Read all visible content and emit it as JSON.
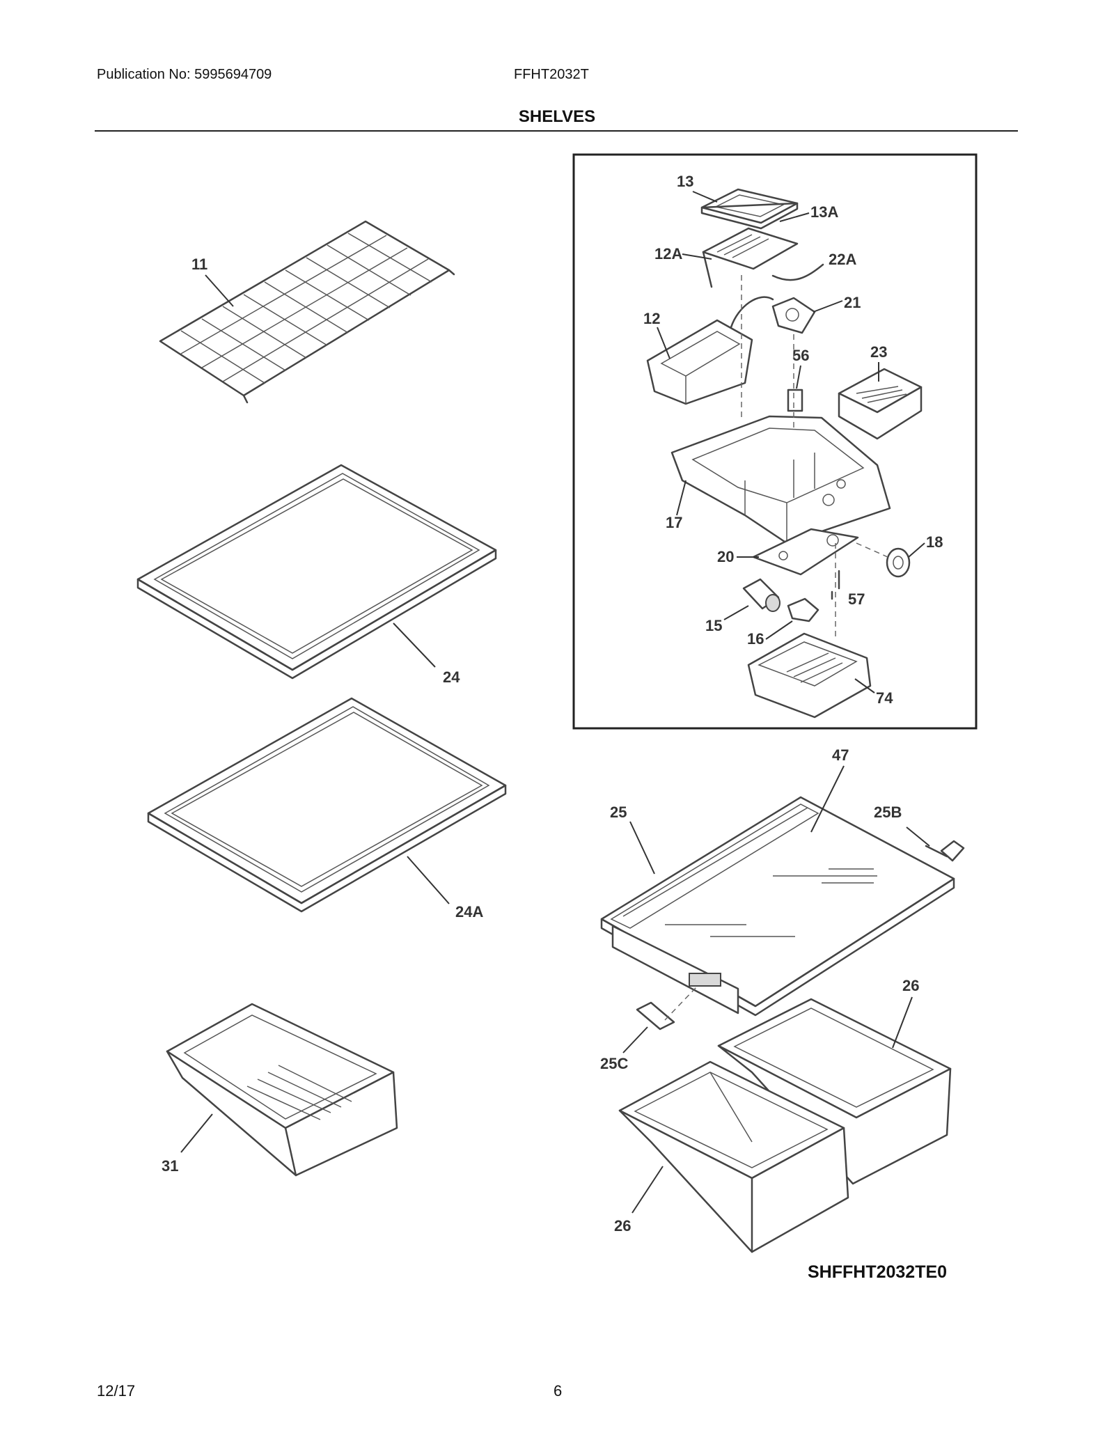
{
  "header": {
    "publication": "Publication No: 5995694709",
    "model": "FFHT2032T",
    "title": "SHELVES"
  },
  "callouts": {
    "c11": "11",
    "c24": "24",
    "c24a": "24A",
    "c31": "31",
    "c13": "13",
    "c13a": "13A",
    "c12a": "12A",
    "c22a": "22A",
    "c21": "21",
    "c12": "12",
    "c56": "56",
    "c23": "23",
    "c17": "17",
    "c18": "18",
    "c20": "20",
    "c57": "57",
    "c15": "15",
    "c16": "16",
    "c74": "74",
    "c47": "47",
    "c25": "25",
    "c25b": "25B",
    "c25c": "25C",
    "c26a": "26",
    "c26b": "26"
  },
  "figure_id": "SHFFHT2032TE0",
  "footer": {
    "date": "12/17",
    "page": "6"
  }
}
